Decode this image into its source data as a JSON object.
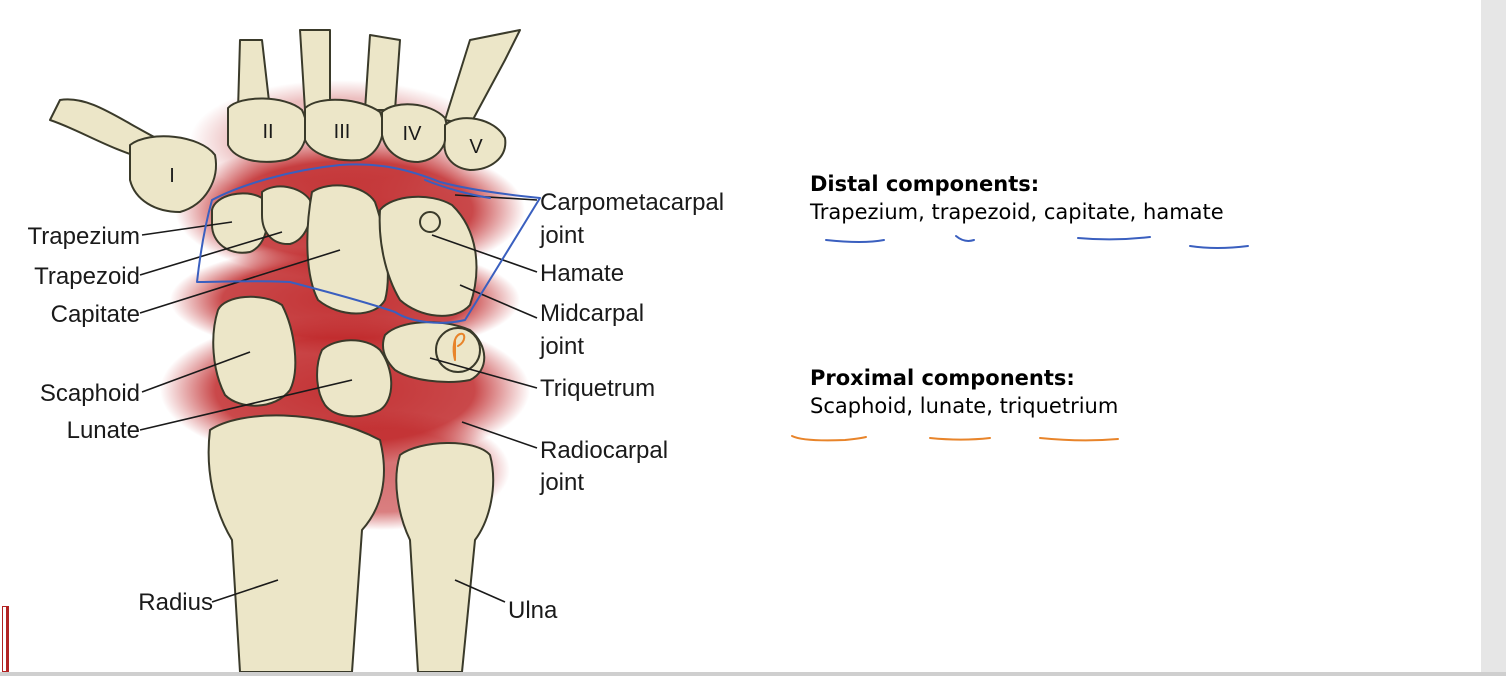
{
  "diagram": {
    "metacarpal_numerals": [
      "I",
      "II",
      "III",
      "IV",
      "V"
    ],
    "labels": {
      "trapezium": "Trapezium",
      "trapezoid": "Trapezoid",
      "capitate": "Capitate",
      "scaphoid": "Scaphoid",
      "lunate": "Lunate",
      "radius": "Radius",
      "carpometacarpal_1": "Carpometacarpal",
      "carpometacarpal_2": "joint",
      "hamate": "Hamate",
      "midcarpal_1": "Midcarpal",
      "midcarpal_2": "joint",
      "triquetrum": "Triquetrum",
      "radiocarpal_1": "Radiocarpal",
      "radiocarpal_2": "joint",
      "ulna": "Ulna"
    }
  },
  "notes": {
    "distal": {
      "heading": "Distal components:",
      "body": "Trapezium, trapezoid, capitate, hamate"
    },
    "proximal": {
      "heading": "Proximal components:",
      "body": "Scaphoid, lunate, triquetrium"
    }
  },
  "annotations": {
    "distal_ink_color": "#3a5fbf",
    "proximal_ink_color": "#e8842a",
    "handwritten_mark": "P"
  },
  "colors": {
    "bone": "#ece6c8",
    "bone_outline": "#3a3a2a",
    "joint_highlight": "#c0282a"
  }
}
